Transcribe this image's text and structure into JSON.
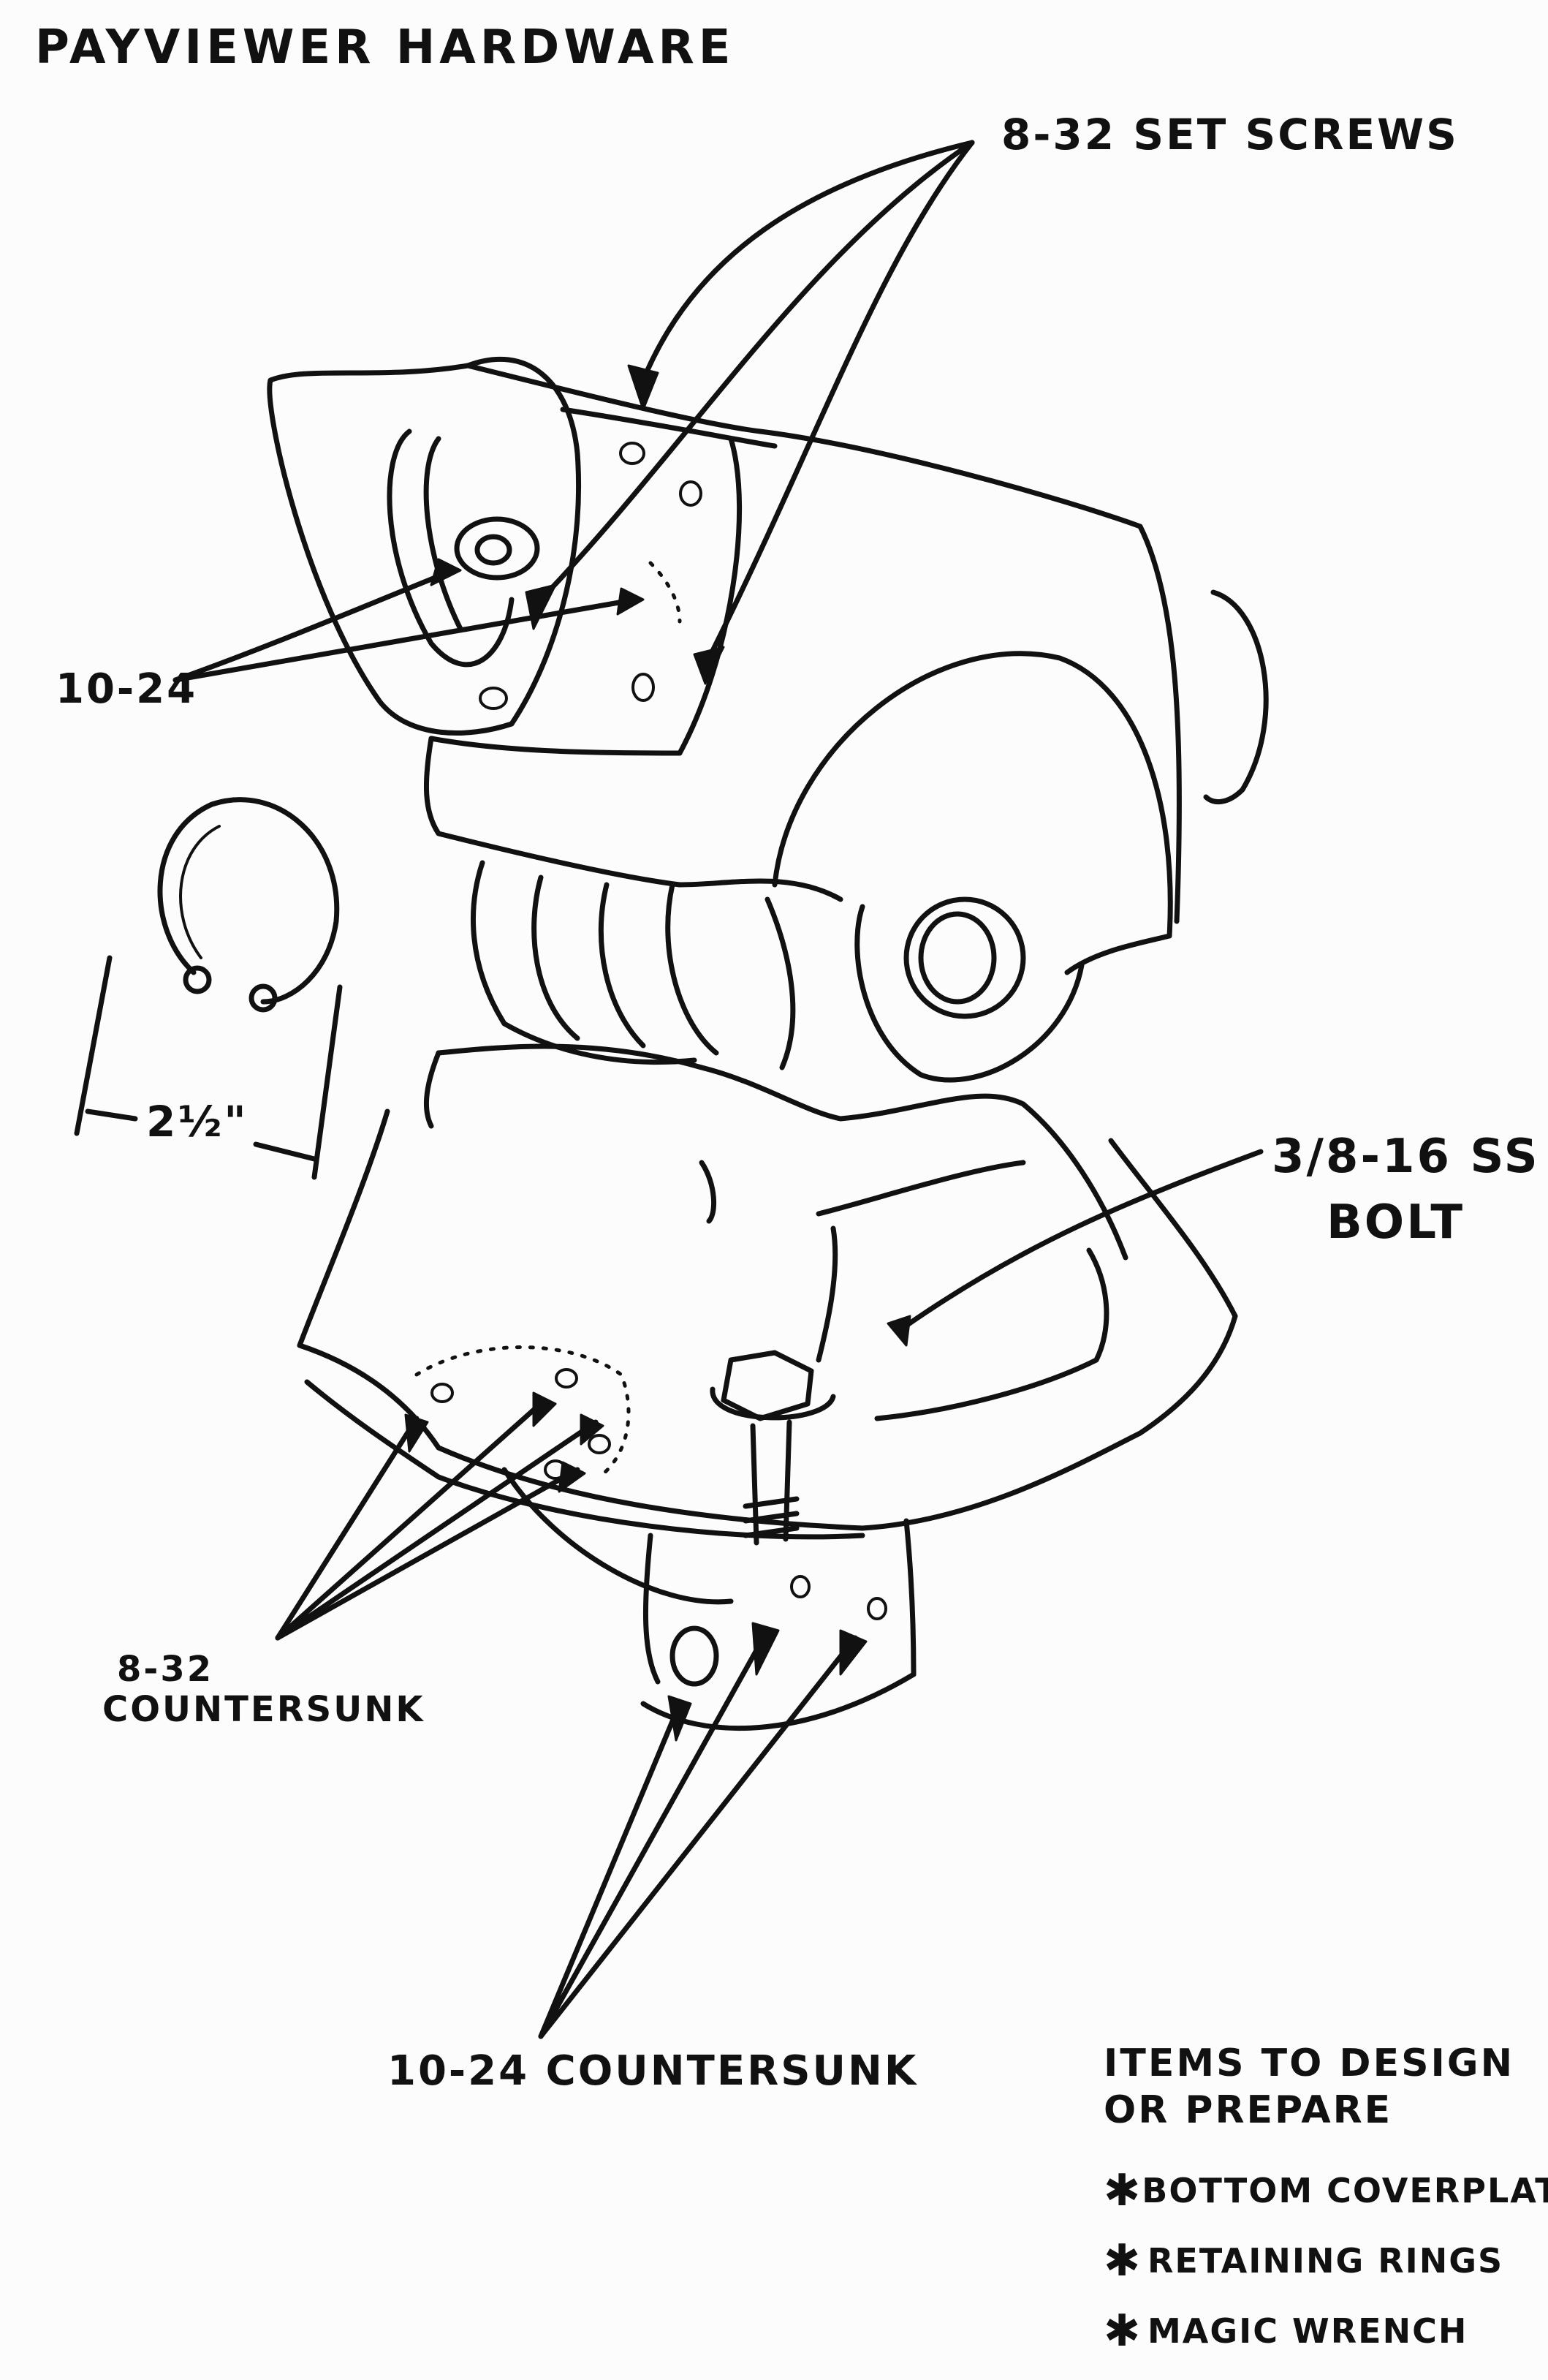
{
  "title": "PAYVIEWER HARDWARE",
  "callouts": {
    "set_screws": "8-32 SET SCREWS",
    "tenTwentyFour": "10-24",
    "ring_dim": "2½\"",
    "bolt_line1": "3/8-16 SS",
    "bolt_line2": "BOLT",
    "countersunk_832_line1": "8-32",
    "countersunk_832_line2": "COUNTERSUNK",
    "countersunk_1024": "10-24 COUNTERSUNK"
  },
  "notes": {
    "heading_line1": "ITEMS TO DESIGN",
    "heading_line2": "OR PREPARE",
    "bullet": "✱",
    "items": [
      "BOTTOM COVERPLATE",
      "RETAINING RINGS",
      "MAGIC WRENCH"
    ]
  }
}
